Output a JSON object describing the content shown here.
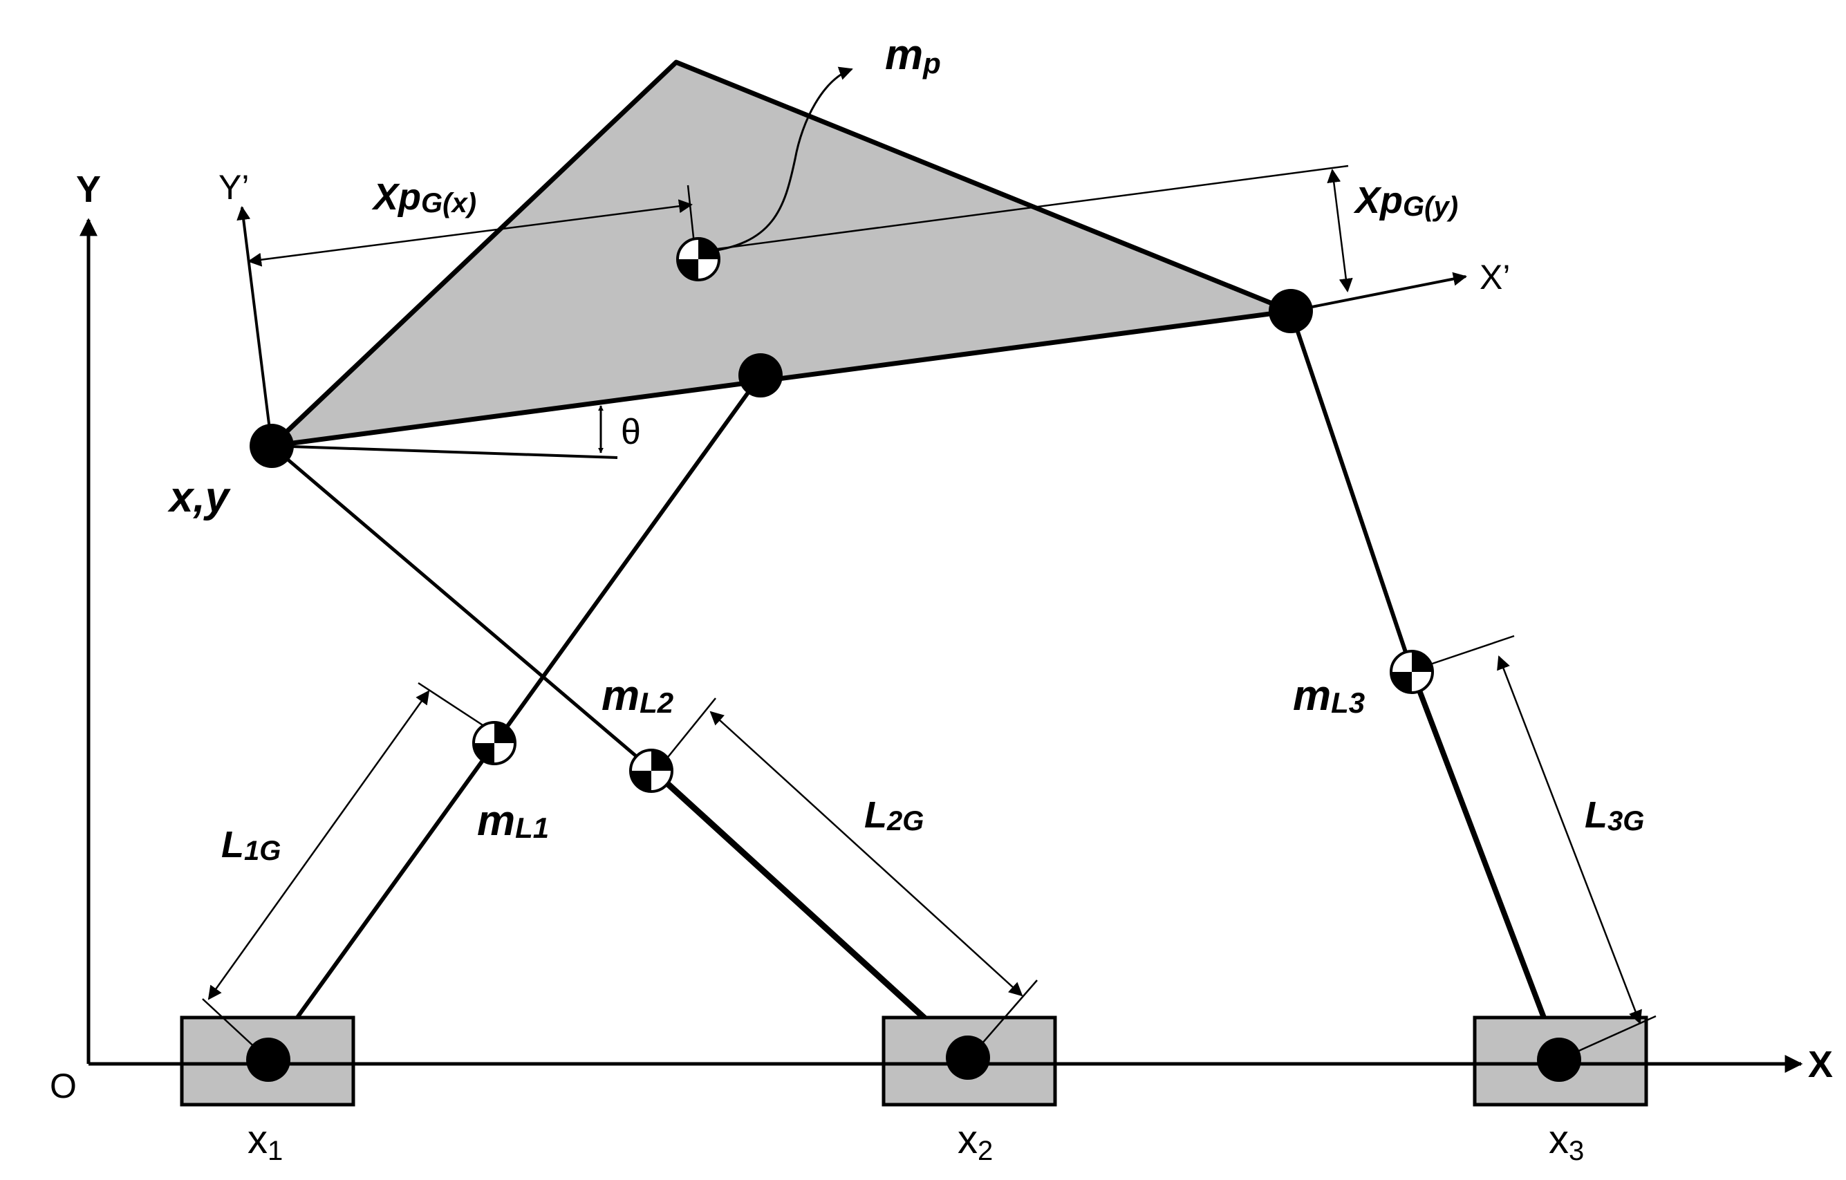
{
  "axes": {
    "origin": "O",
    "x_axis": "X",
    "y_axis": "Y",
    "x_prime": "X’",
    "y_prime": "Y’"
  },
  "labels": {
    "platform_mass_m": "m",
    "platform_mass_sub": "p",
    "xpg_x_main": "Xp",
    "xpg_x_sub": "G(x)",
    "xpg_y_main": "Xp",
    "xpg_y_sub": "G(y)",
    "theta": "θ",
    "xy": "x,y",
    "ml1_m": "m",
    "ml1_sub": "L1",
    "ml2_m": "m",
    "ml2_sub": "L2",
    "ml3_m": "m",
    "ml3_sub": "L3",
    "l1g_main": "L",
    "l1g_sub": "1G",
    "l2g_main": "L",
    "l2g_sub": "2G",
    "l3g_main": "L",
    "l3g_sub": "3G",
    "x1_main": "x",
    "x1_sub": "1",
    "x2_main": "x",
    "x2_sub": "2",
    "x3_main": "x",
    "x3_sub": "3"
  }
}
